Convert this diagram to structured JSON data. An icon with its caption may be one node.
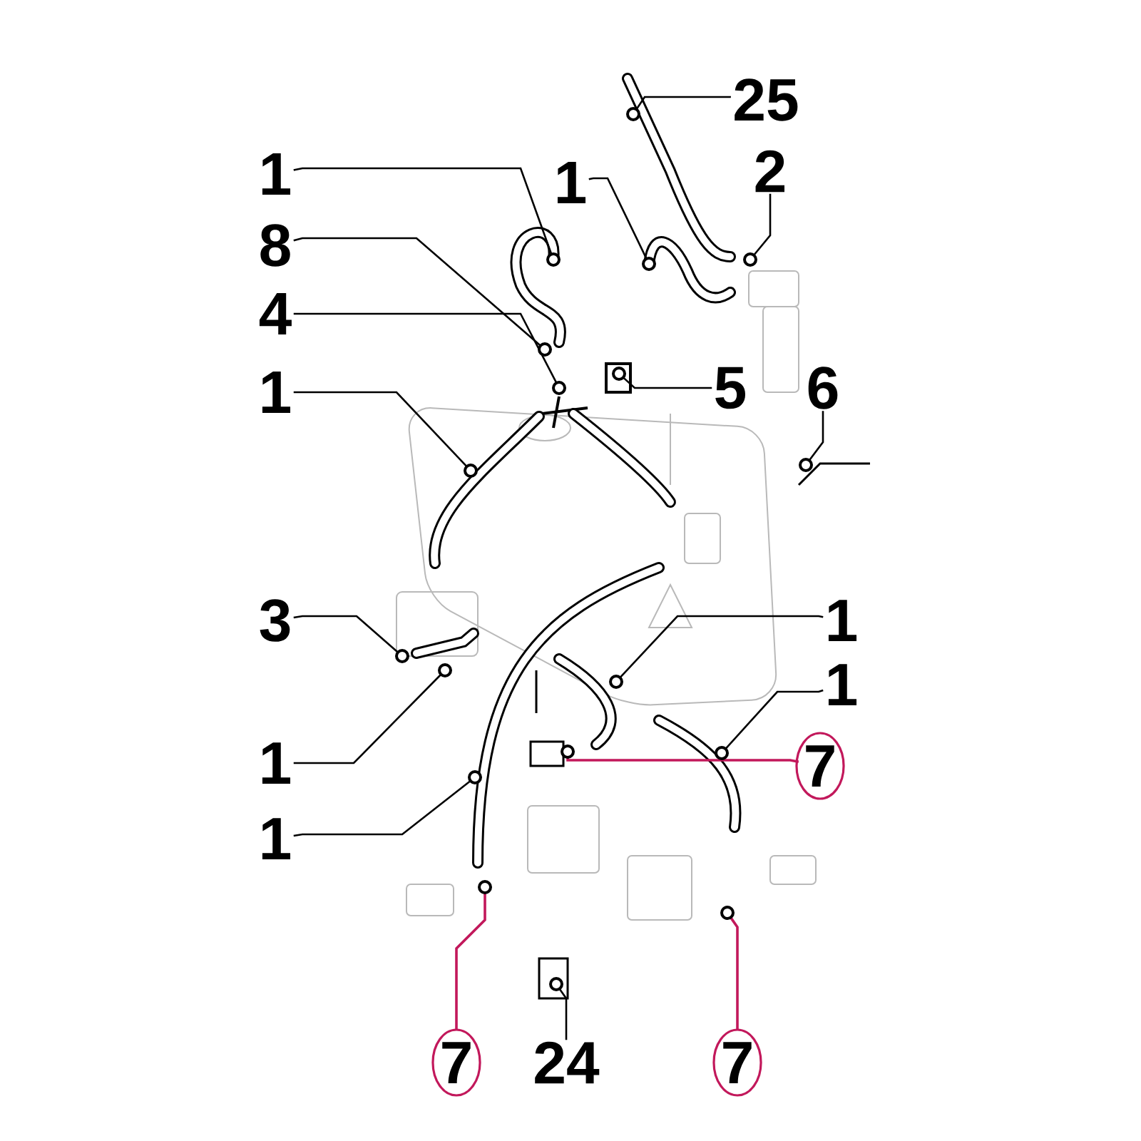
{
  "diagram": {
    "nodes": [
      {
        "text": [
          "25"
        ]
      },
      {
        "text": [
          "1"
        ]
      },
      {
        "text": [
          "1"
        ]
      },
      {
        "text": [
          "2"
        ]
      },
      {
        "text": [
          "8"
        ]
      },
      {
        "text": [
          "4"
        ]
      },
      {
        "text": [
          "5"
        ]
      },
      {
        "text": [
          "1"
        ]
      },
      {
        "text": [
          "6"
        ]
      },
      {
        "text": [
          "3"
        ]
      },
      {
        "text": [
          "1"
        ]
      },
      {
        "text": [
          "1"
        ]
      },
      {
        "text": [
          "1"
        ]
      },
      {
        "text": [
          "7"
        ]
      },
      {
        "text": [
          "1"
        ]
      },
      {
        "text": [
          "7"
        ]
      },
      {
        "text": [
          "24"
        ]
      },
      {
        "text": [
          "7"
        ]
      },
      {
        "text": [],
        "shape": "circle"
      },
      {
        "text": [],
        "shape": "circle"
      },
      {
        "text": [],
        "shape": "circle"
      },
      {
        "text": [],
        "shape": "circle"
      },
      {
        "text": [],
        "shape": "circle"
      },
      {
        "text": [],
        "shape": "circle"
      },
      {
        "text": [],
        "shape": "circle"
      },
      {
        "text": [],
        "shape": "circle"
      },
      {
        "text": [],
        "shape": "circle"
      },
      {
        "text": [],
        "shape": "circle"
      },
      {
        "text": [],
        "shape": "circle"
      },
      {
        "text": [],
        "shape": "circle"
      },
      {
        "text": [],
        "shape": "circle"
      },
      {
        "text": [],
        "shape": "circle"
      },
      {
        "text": [],
        "shape": "circle"
      },
      {
        "text": [],
        "shape": "circle"
      },
      {
        "text": [],
        "shape": "circle"
      },
      {
        "text": [],
        "shape": "circle"
      }
    ],
    "edges": [
      {
        "from": 0,
        "to": 18,
        "arrow": "none"
      },
      {
        "from": 1,
        "to": 19,
        "arrow": "none"
      },
      {
        "from": 2,
        "to": 20,
        "arrow": "none"
      },
      {
        "from": 3,
        "to": 21,
        "arrow": "none"
      },
      {
        "from": 4,
        "to": 22,
        "arrow": "none"
      },
      {
        "from": 5,
        "to": 23,
        "arrow": "none"
      },
      {
        "from": 6,
        "to": 24,
        "arrow": "none"
      },
      {
        "from": 7,
        "to": 25,
        "arrow": "none"
      },
      {
        "from": 8,
        "to": 26,
        "arrow": "none"
      },
      {
        "from": 9,
        "to": 27,
        "arrow": "none"
      },
      {
        "from": 10,
        "to": 28,
        "arrow": "none"
      },
      {
        "from": 11,
        "to": 29,
        "arrow": "none"
      },
      {
        "from": 12,
        "to": 30,
        "arrow": "none"
      },
      {
        "from": 13,
        "to": 31,
        "arrow": "none",
        "color": "#c2185b"
      },
      {
        "from": 14,
        "to": 32,
        "arrow": "none"
      },
      {
        "from": 15,
        "to": 33,
        "arrow": "none",
        "color": "#c2185b"
      },
      {
        "from": 16,
        "to": 34,
        "arrow": "none"
      },
      {
        "from": 17,
        "to": 35,
        "arrow": "none",
        "color": "#c2185b"
      }
    ]
  }
}
